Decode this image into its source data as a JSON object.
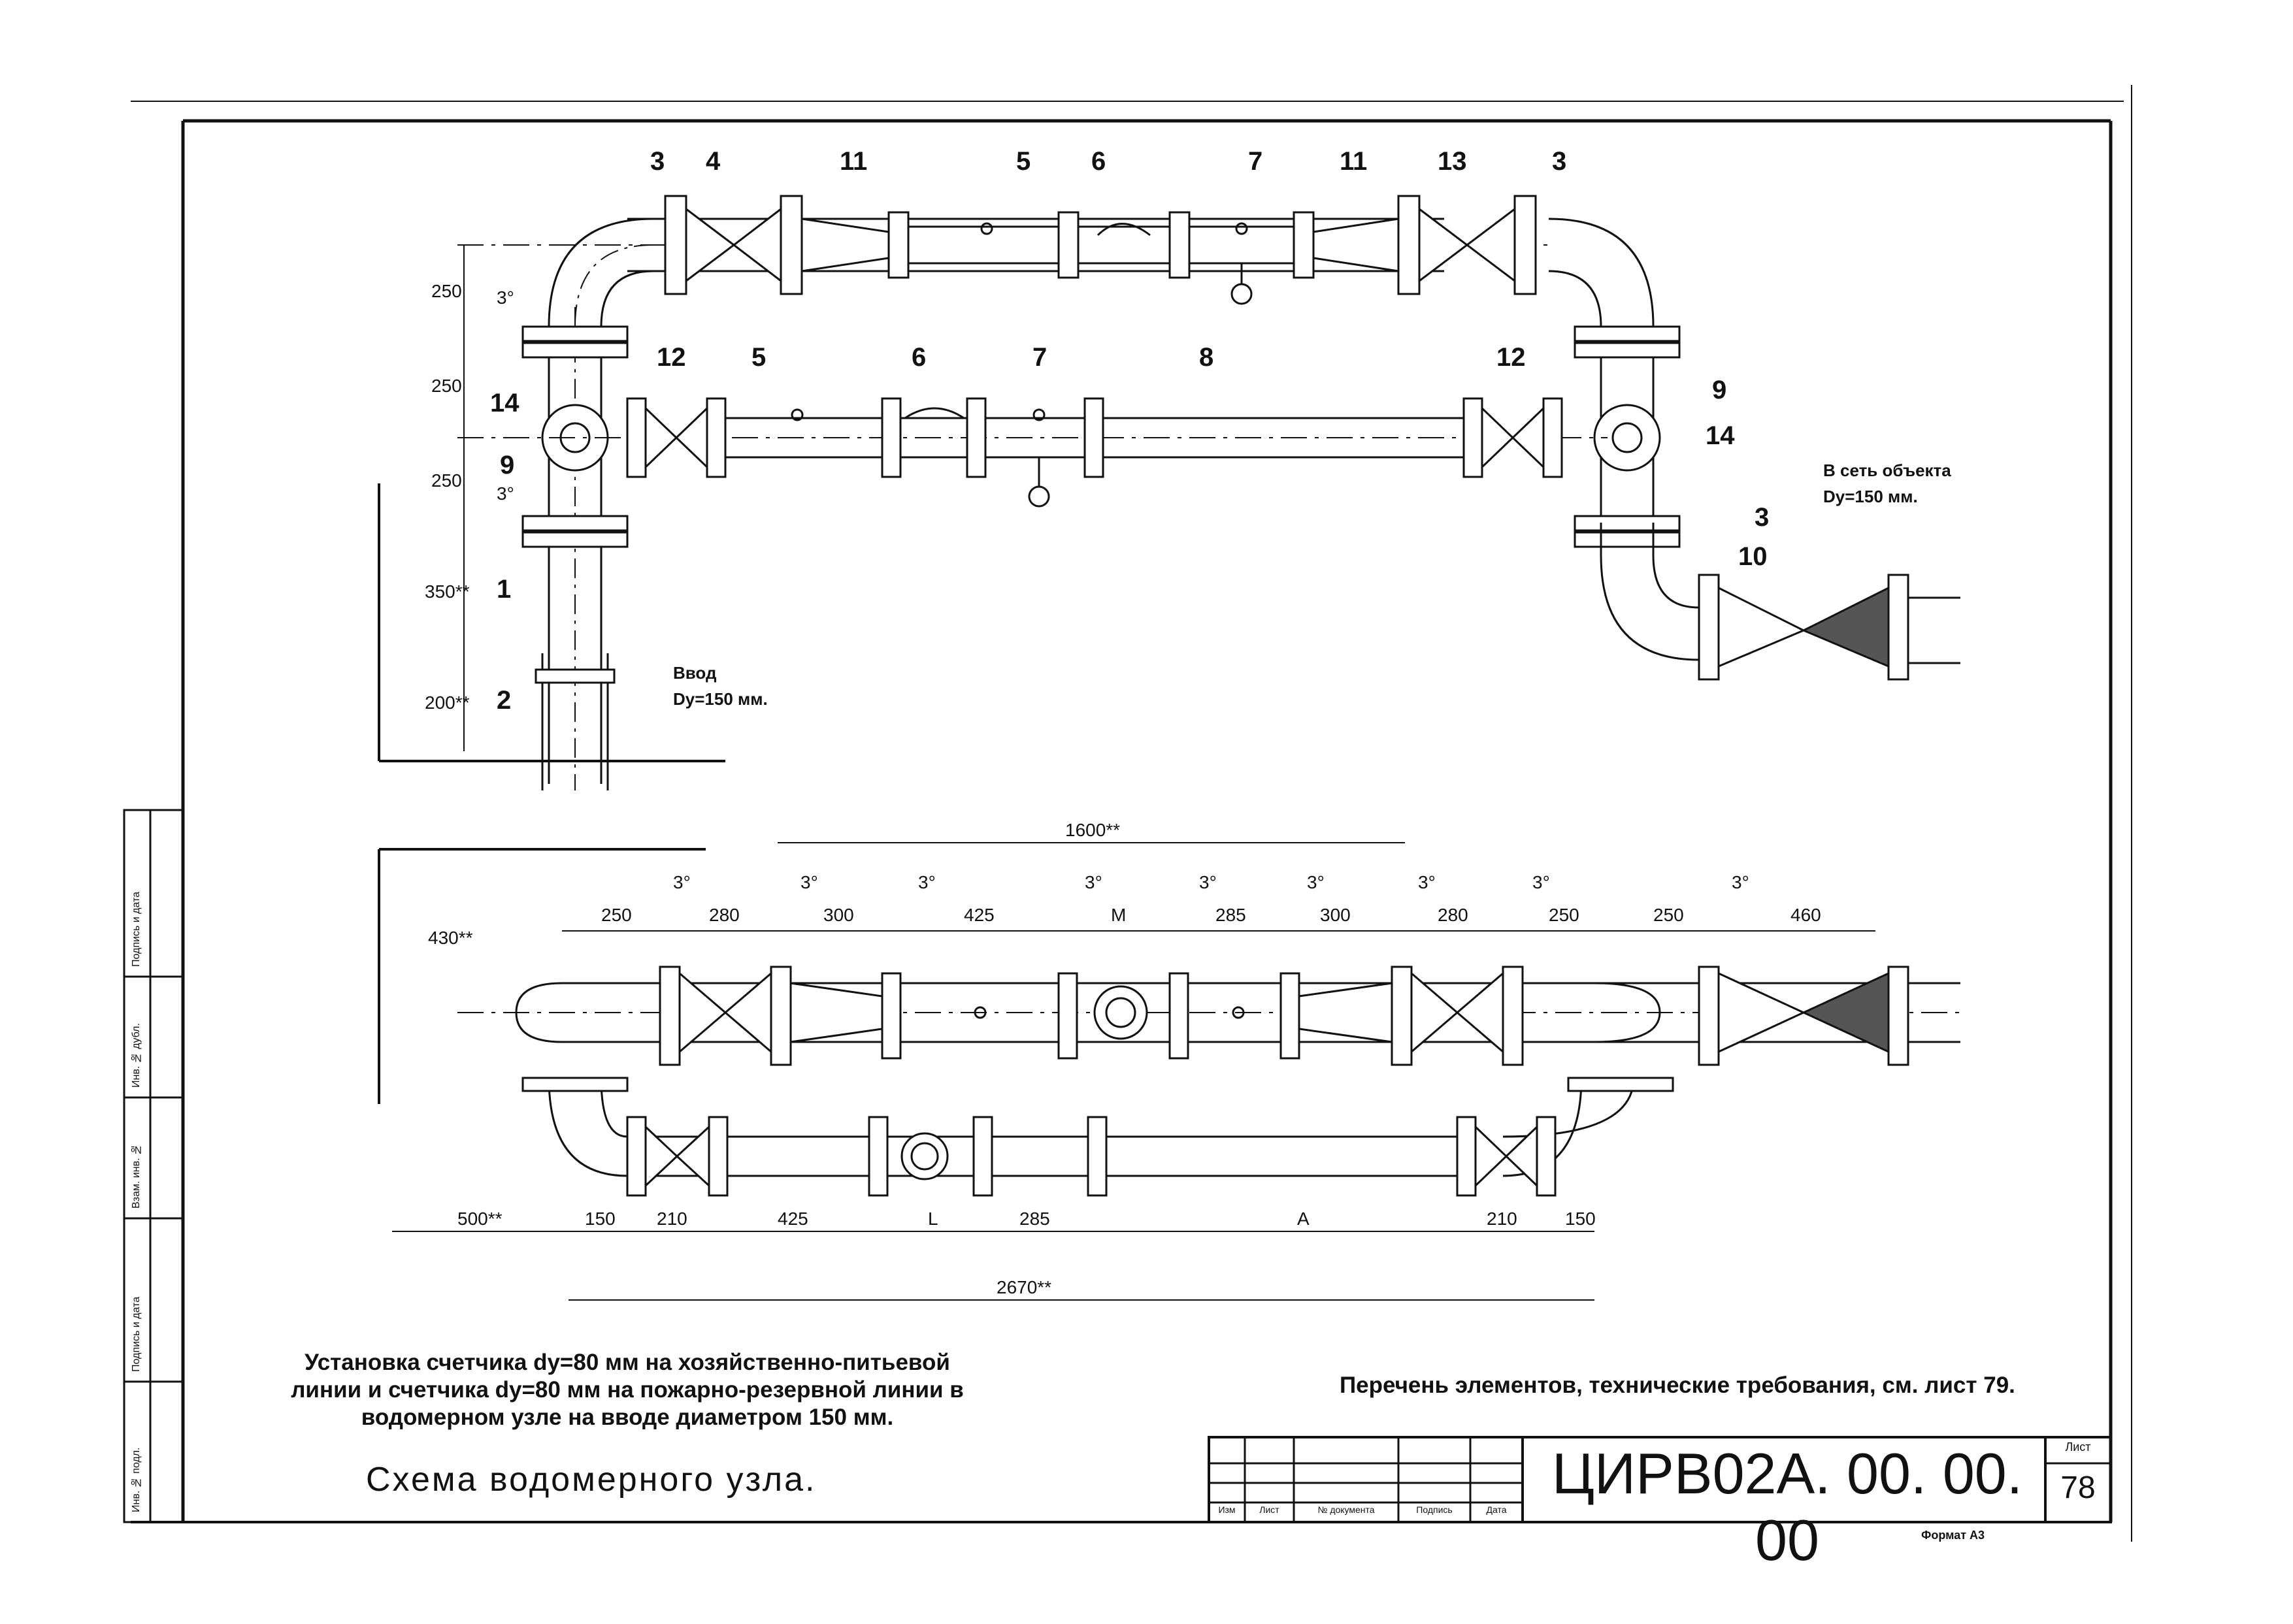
{
  "drawing": {
    "inlet_label": "Ввод",
    "inlet_size": "Dy=150 мм.",
    "outlet_label": "В сеть объекта",
    "outlet_size": "Dy=150 мм.",
    "top_view": {
      "callouts_upper": [
        "3",
        "4",
        "11",
        "5",
        "6",
        "7",
        "11",
        "13",
        "3"
      ],
      "callouts_lower": [
        "12",
        "5",
        "6",
        "7",
        "8",
        "12"
      ],
      "callouts_side": [
        "14",
        "9",
        "1",
        "2",
        "9",
        "14",
        "3",
        "10"
      ],
      "slopes": [
        "3°",
        "3°"
      ],
      "vertical_dims": [
        "250",
        "250",
        "250",
        "350**",
        "200**"
      ]
    },
    "plan_view": {
      "overall_top": "1600**",
      "height_dim": "430**",
      "top_dims": [
        "250",
        "280",
        "300",
        "425",
        "M",
        "285",
        "300",
        "280",
        "250",
        "250",
        "460"
      ],
      "bottom_dims": [
        "500**",
        "150",
        "210",
        "425",
        "L",
        "285",
        "A",
        "210",
        "150"
      ],
      "overall_bottom": "2670**",
      "slopes": [
        "3°"
      ]
    }
  },
  "caption": {
    "line1": "Установка счетчика dy=80 мм на хозяйственно-питьевой",
    "line2": "линии и счетчика dy=80 мм на пожарно-резервной линии в",
    "line3": "водомерном узле на вводе диаметром 150 мм.",
    "title": "Схема водомерного узла."
  },
  "reference_note": "Перечень элементов, технические требования, см. лист 79.",
  "title_block": {
    "headers": [
      "Изм",
      "Лист",
      "№ документа",
      "Подпись",
      "Дата"
    ],
    "document_code": "ЦИРВ02А. 00. 00. 00",
    "sheet_label": "Лист",
    "sheet_number": "78",
    "format": "Формат А3"
  },
  "side_stamp": [
    "Подпись и дата",
    "Взам. инв. №",
    "Инв. № дубл.",
    "Подпись и дата",
    "Инв. № подл."
  ]
}
